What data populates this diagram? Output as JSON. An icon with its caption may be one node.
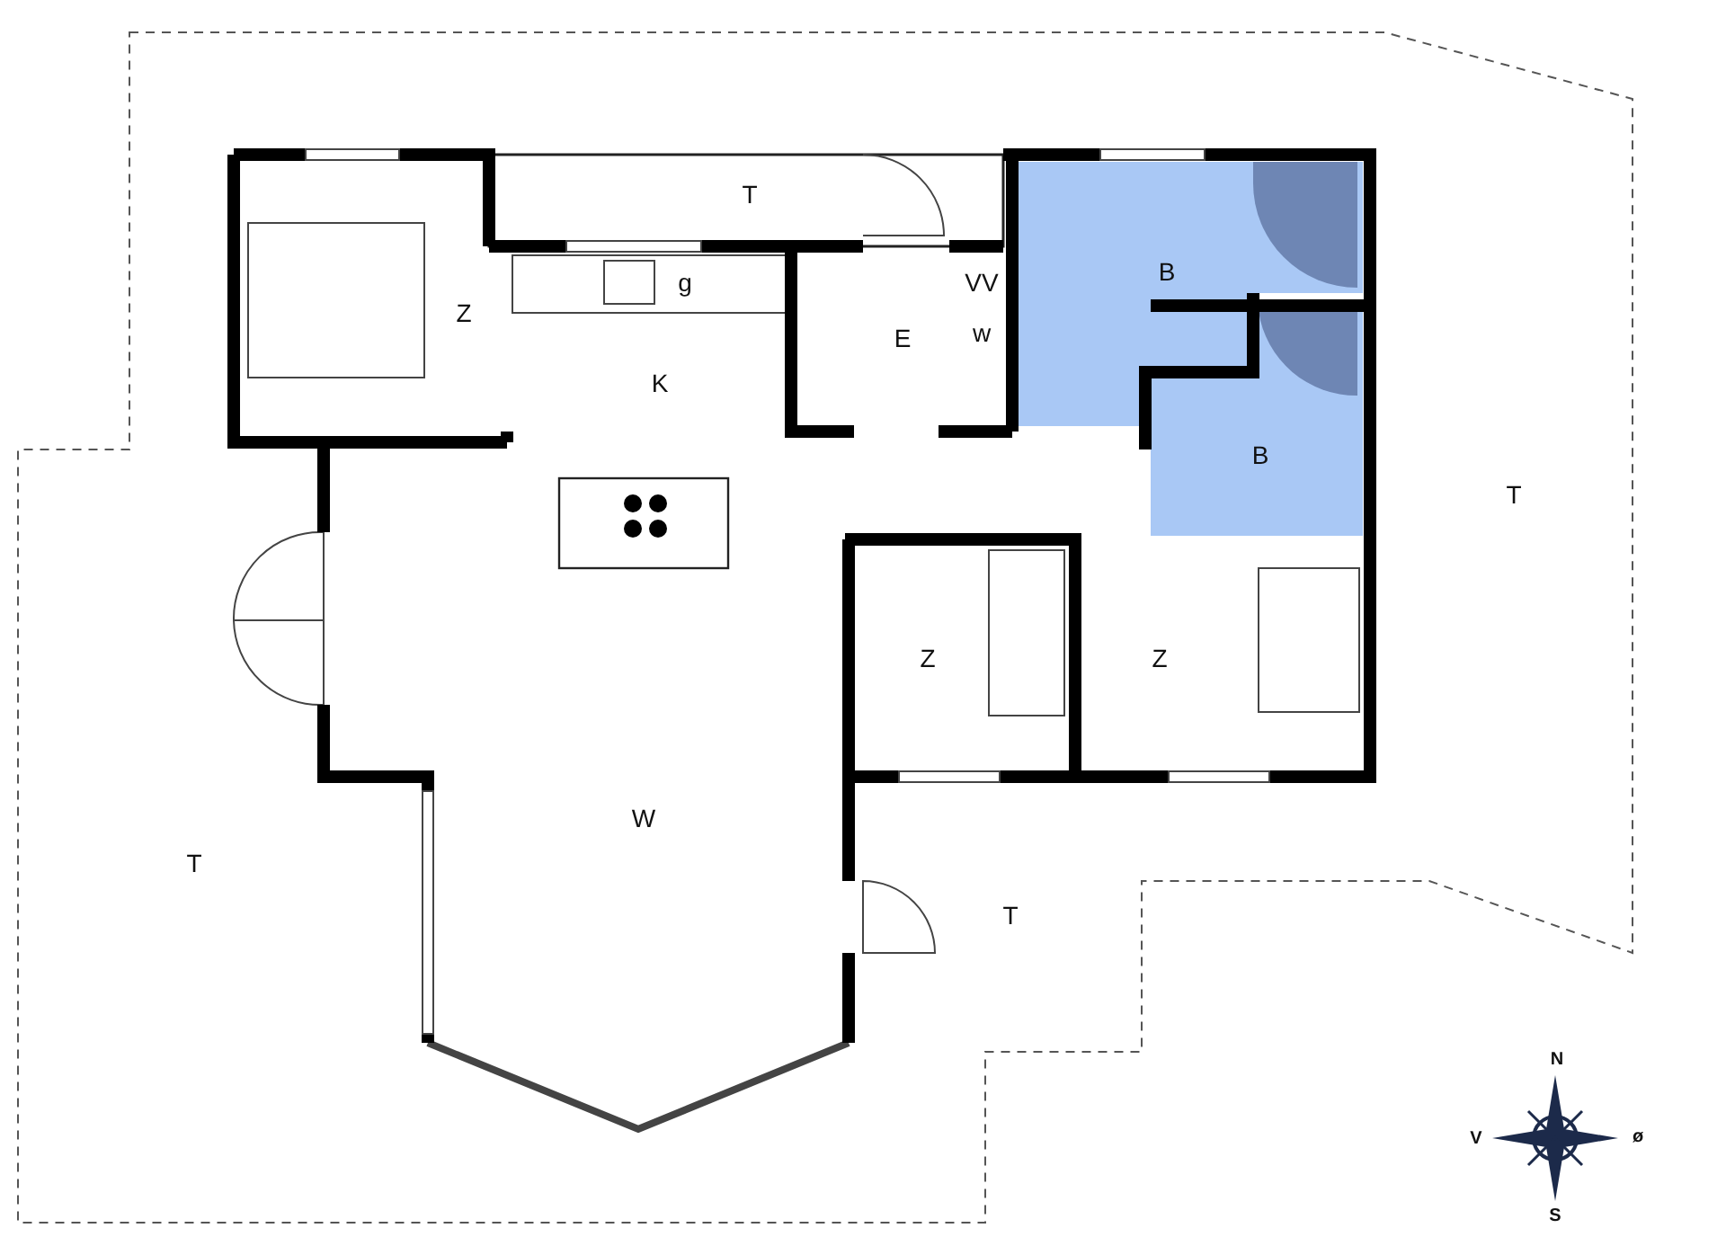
{
  "diagram": {
    "labels": [
      "T",
      "B",
      "g",
      "VV",
      "Z",
      "w",
      "E",
      "K",
      "B",
      "T",
      "Z",
      "Z",
      "W",
      "T",
      "T",
      "N",
      "V",
      "ø",
      "S"
    ]
  }
}
